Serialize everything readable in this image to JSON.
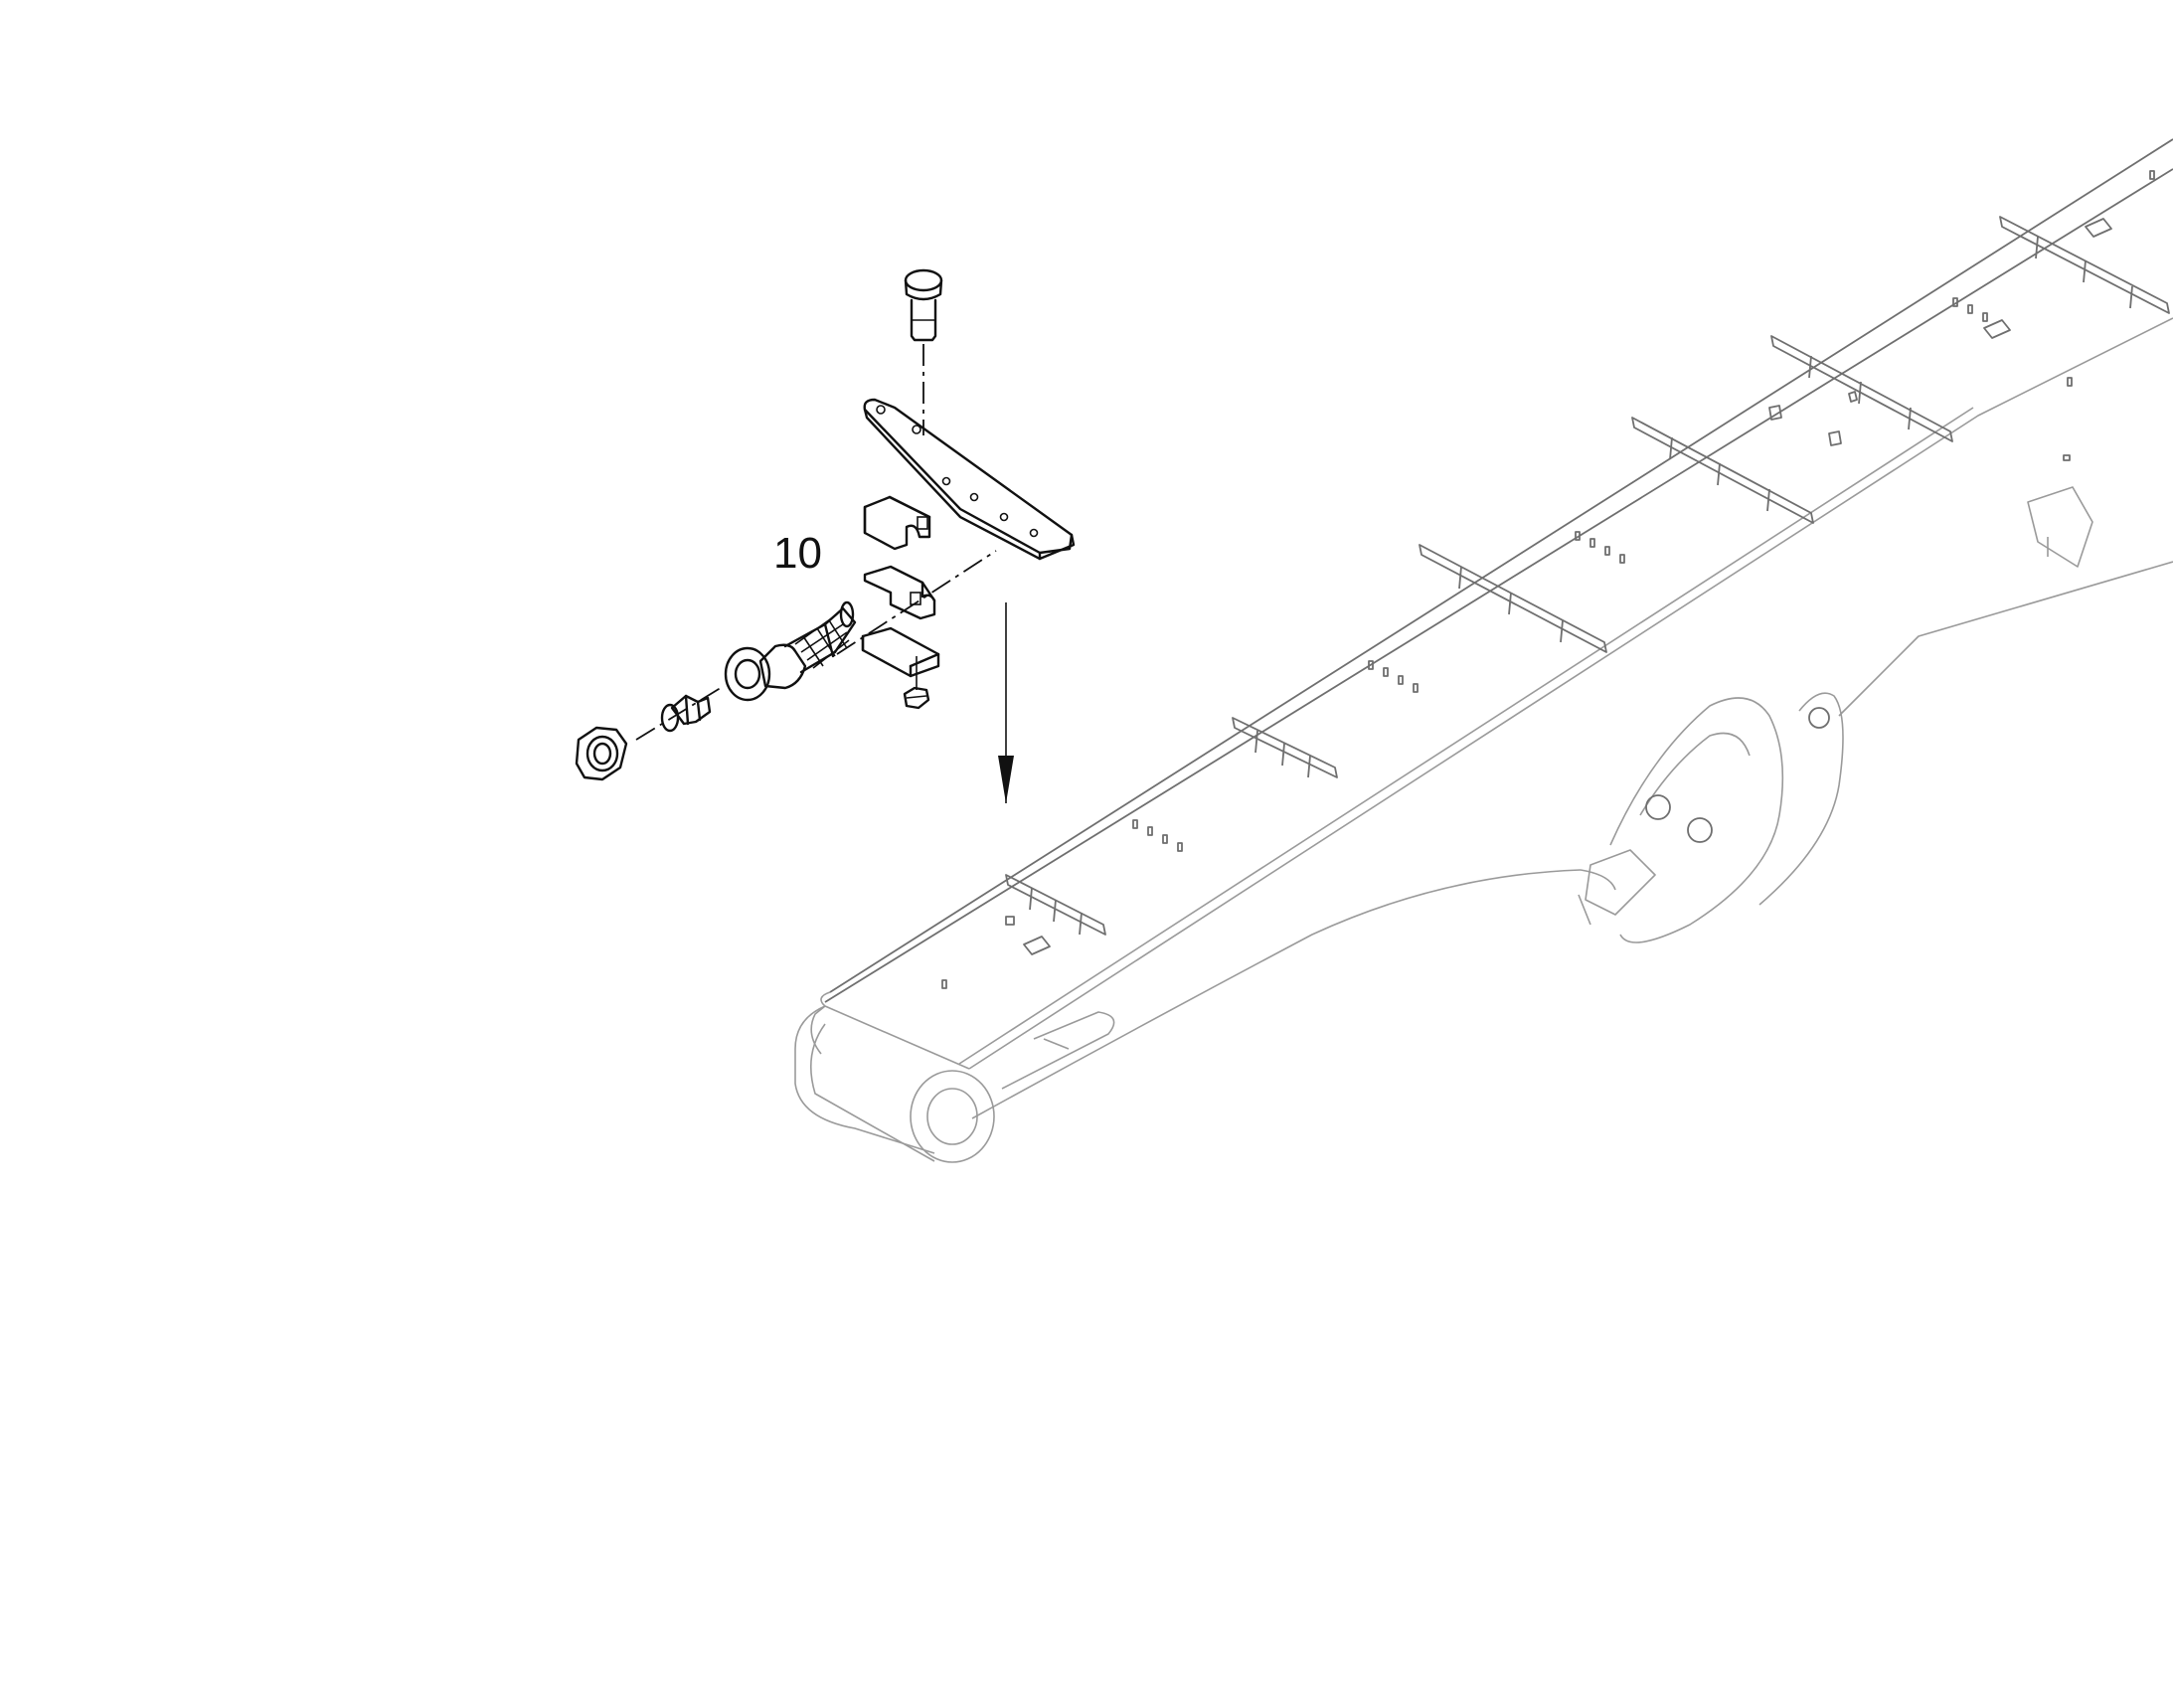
{
  "diagram": {
    "callout_label": "10",
    "colors": {
      "part_line": "#111111",
      "ghost_line": "#9a9a9a",
      "background": "#ffffff"
    },
    "parts": [
      {
        "id": "bolt"
      },
      {
        "id": "mounting-plate"
      },
      {
        "id": "upper-clamp-half"
      },
      {
        "id": "lower-clamp-half"
      },
      {
        "id": "clamp-base-plate"
      },
      {
        "id": "bottom-nut"
      },
      {
        "id": "hose-fitting"
      },
      {
        "id": "adapter"
      },
      {
        "id": "hex-nut"
      },
      {
        "id": "boom-assembly"
      }
    ]
  }
}
